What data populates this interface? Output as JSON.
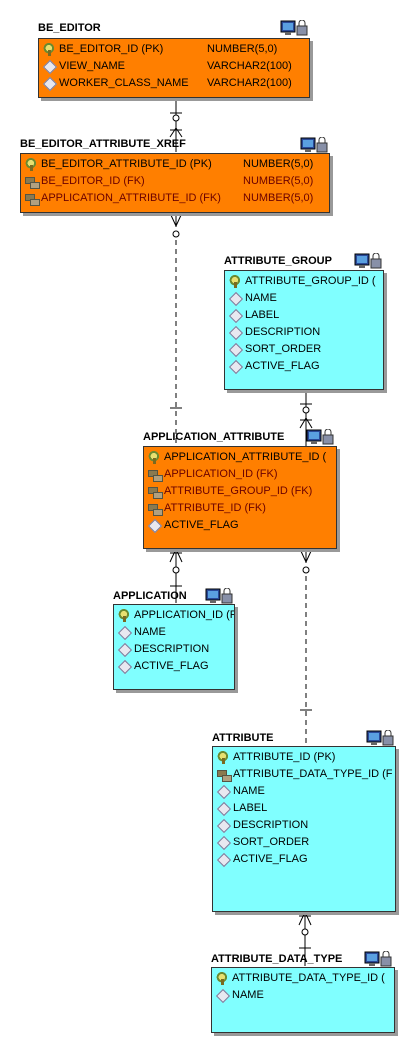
{
  "colors": {
    "fact": "#ff7f00",
    "dimension": "#80ffff",
    "text_fk": "#6b0000"
  },
  "entities": [
    {
      "key": "be_editor",
      "title": "BE_EDITOR",
      "color": "orange",
      "columns": [
        {
          "name": "BE_EDITOR_ID (PK)",
          "type": "NUMBER(5,0)",
          "icon": "primary-key-icon"
        },
        {
          "name": "VIEW_NAME",
          "type": "VARCHAR2(100)",
          "icon": "attribute-icon"
        },
        {
          "name": "WORKER_CLASS_NAME",
          "type": "VARCHAR2(100)",
          "icon": "attribute-icon"
        }
      ]
    },
    {
      "key": "be_editor_attribute_xref",
      "title": "BE_EDITOR_ATTRIBUTE_XREF",
      "color": "orange",
      "columns": [
        {
          "name": "BE_EDITOR_ATTRIBUTE_ID (PK)",
          "type": "NUMBER(5,0)",
          "icon": "primary-key-icon"
        },
        {
          "name": "BE_EDITOR_ID (FK)",
          "type": "NUMBER(5,0)",
          "icon": "foreign-key-icon"
        },
        {
          "name": "APPLICATION_ATTRIBUTE_ID (FK)",
          "type": "NUMBER(5,0)",
          "icon": "foreign-key-icon"
        }
      ]
    },
    {
      "key": "attribute_group",
      "title": "ATTRIBUTE_GROUP",
      "color": "cyan",
      "columns": [
        {
          "name": "ATTRIBUTE_GROUP_ID (",
          "type": "",
          "icon": "primary-key-icon"
        },
        {
          "name": "NAME",
          "type": "",
          "icon": "attribute-icon"
        },
        {
          "name": "LABEL",
          "type": "",
          "icon": "attribute-icon"
        },
        {
          "name": "DESCRIPTION",
          "type": "",
          "icon": "attribute-icon"
        },
        {
          "name": "SORT_ORDER",
          "type": "",
          "icon": "attribute-icon"
        },
        {
          "name": "ACTIVE_FLAG",
          "type": "",
          "icon": "attribute-icon"
        }
      ]
    },
    {
      "key": "application_attribute",
      "title": "APPLICATION_ATTRIBUTE",
      "color": "orange",
      "columns": [
        {
          "name": "APPLICATION_ATTRIBUTE_ID (",
          "type": "",
          "icon": "primary-key-icon"
        },
        {
          "name": "APPLICATION_ID (FK)",
          "type": "",
          "icon": "foreign-key-icon"
        },
        {
          "name": "ATTRIBUTE_GROUP_ID (FK)",
          "type": "",
          "icon": "foreign-key-icon"
        },
        {
          "name": "ATTRIBUTE_ID (FK)",
          "type": "",
          "icon": "foreign-key-icon"
        },
        {
          "name": "ACTIVE_FLAG",
          "type": "",
          "icon": "attribute-icon"
        }
      ]
    },
    {
      "key": "application",
      "title": "APPLICATION",
      "color": "cyan",
      "columns": [
        {
          "name": "APPLICATION_ID (PK)",
          "type": "",
          "icon": "primary-key-icon"
        },
        {
          "name": "NAME",
          "type": "",
          "icon": "attribute-icon"
        },
        {
          "name": "DESCRIPTION",
          "type": "",
          "icon": "attribute-icon"
        },
        {
          "name": "ACTIVE_FLAG",
          "type": "",
          "icon": "attribute-icon"
        }
      ]
    },
    {
      "key": "attribute",
      "title": "ATTRIBUTE",
      "color": "cyan",
      "columns": [
        {
          "name": "ATTRIBUTE_ID (PK)",
          "type": "",
          "icon": "primary-key-icon"
        },
        {
          "name": "ATTRIBUTE_DATA_TYPE_ID (F",
          "type": "",
          "icon": "foreign-key-icon"
        },
        {
          "name": "NAME",
          "type": "",
          "icon": "attribute-icon"
        },
        {
          "name": "LABEL",
          "type": "",
          "icon": "attribute-icon"
        },
        {
          "name": "DESCRIPTION",
          "type": "",
          "icon": "attribute-icon"
        },
        {
          "name": "SORT_ORDER",
          "type": "",
          "icon": "attribute-icon"
        },
        {
          "name": "ACTIVE_FLAG",
          "type": "",
          "icon": "attribute-icon"
        }
      ]
    },
    {
      "key": "attribute_data_type",
      "title": "ATTRIBUTE_DATA_TYPE",
      "color": "cyan",
      "columns": [
        {
          "name": "ATTRIBUTE_DATA_TYPE_ID (",
          "type": "",
          "icon": "primary-key-icon"
        },
        {
          "name": "NAME",
          "type": "",
          "icon": "attribute-icon"
        }
      ]
    }
  ],
  "relationships": [
    {
      "from": "be_editor",
      "to": "be_editor_attribute_xref",
      "style": "solid"
    },
    {
      "from": "application_attribute",
      "to": "be_editor_attribute_xref",
      "style": "dashed"
    },
    {
      "from": "attribute_group",
      "to": "application_attribute",
      "style": "solid"
    },
    {
      "from": "application",
      "to": "application_attribute",
      "style": "solid"
    },
    {
      "from": "attribute",
      "to": "application_attribute",
      "style": "dashed"
    },
    {
      "from": "attribute_data_type",
      "to": "attribute",
      "style": "solid"
    }
  ]
}
